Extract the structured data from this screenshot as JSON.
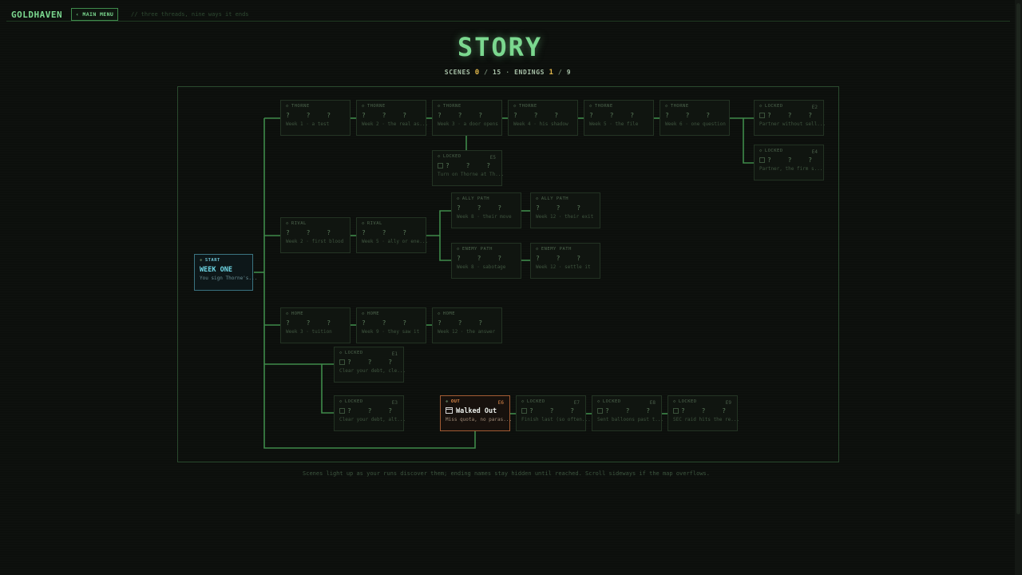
{
  "topbar": {
    "brand": "GOLDHAVEN",
    "menu_button": "‹ MAIN MENU",
    "tagline": "// three threads, nine ways it ends"
  },
  "title": "STORY",
  "stats": {
    "scenes_label": "SCENES",
    "scenes_found": "0",
    "scenes_total": "15",
    "endings_label": "ENDINGS",
    "endings_found": "1",
    "endings_total": "9"
  },
  "nodes": {
    "start": {
      "tag": "START",
      "title": "WEEK ONE",
      "sub": "You sign Thorne's..."
    },
    "thorne1": {
      "tag": "THORNE",
      "q": "? ? ?",
      "sub": "Week 1 · a test"
    },
    "thorne2": {
      "tag": "THORNE",
      "q": "? ? ?",
      "sub": "Week 2 · the real as..."
    },
    "thorne3": {
      "tag": "THORNE",
      "q": "? ? ?",
      "sub": "Week 3 · a door opens"
    },
    "thorne4": {
      "tag": "THORNE",
      "q": "? ? ?",
      "sub": "Week 4 · his shadow"
    },
    "thorne5": {
      "tag": "THORNE",
      "q": "? ? ?",
      "sub": "Week 5 · the file"
    },
    "thorne6": {
      "tag": "THORNE",
      "q": "? ? ?",
      "sub": "Week 6 · one question"
    },
    "locked_e2": {
      "tag": "LOCKED",
      "num": "E2",
      "q": "? ? ?",
      "sub": "Partner without sell..."
    },
    "locked_e4": {
      "tag": "LOCKED",
      "num": "E4",
      "q": "? ? ?",
      "sub": "Partner, the firm s..."
    },
    "locked_e5": {
      "tag": "LOCKED",
      "num": "E5",
      "q": "? ? ?",
      "sub": "Turn on Thorne at Th..."
    },
    "rival1": {
      "tag": "RIVAL",
      "q": "? ? ?",
      "sub": "Week 2 · first blood"
    },
    "rival2": {
      "tag": "RIVAL",
      "q": "? ? ?",
      "sub": "Week 5 · ally or ene..."
    },
    "ally1": {
      "tag": "ALLY PATH",
      "q": "? ? ?",
      "sub": "Week 8 · their move"
    },
    "ally2": {
      "tag": "ALLY PATH",
      "q": "? ? ?",
      "sub": "Week 12 · their exit"
    },
    "enemy1": {
      "tag": "ENEMY PATH",
      "q": "? ? ?",
      "sub": "Week 8 · sabotage"
    },
    "enemy2": {
      "tag": "ENEMY PATH",
      "q": "? ? ?",
      "sub": "Week 12 · settle it"
    },
    "home1": {
      "tag": "HOME",
      "q": "? ? ?",
      "sub": "Week 3 · tuition"
    },
    "home2": {
      "tag": "HOME",
      "q": "? ? ?",
      "sub": "Week 9 · they saw it"
    },
    "home3": {
      "tag": "HOME",
      "q": "? ? ?",
      "sub": "Week 12 · the answer"
    },
    "locked_e1": {
      "tag": "LOCKED",
      "num": "E1",
      "q": "? ? ?",
      "sub": "Clear your debt, cle..."
    },
    "locked_e3": {
      "tag": "LOCKED",
      "num": "E3",
      "q": "? ? ?",
      "sub": "Clear your debt, alt..."
    },
    "out_e6": {
      "tag": "OUT",
      "num": "E6",
      "title": "Walked Out",
      "sub": "Miss quota, no paras..."
    },
    "locked_e7": {
      "tag": "LOCKED",
      "num": "E7",
      "q": "? ? ?",
      "sub": "Finish last (so often..."
    },
    "locked_e8": {
      "tag": "LOCKED",
      "num": "E8",
      "q": "? ? ?",
      "sub": "Sent balloons past t..."
    },
    "locked_e9": {
      "tag": "LOCKED",
      "num": "E9",
      "q": "? ? ?",
      "sub": "SEC raid hits the re..."
    }
  },
  "footnote": "Scenes light up as your runs discover them; ending names stay hidden until reached. Scroll sideways if the map overflows.",
  "colors": {
    "accent": "#7bd88f",
    "wire": "#3e8a4a",
    "start": "#6fd8e6",
    "out": "#e08a4a",
    "highlight": "#e0b64a"
  }
}
